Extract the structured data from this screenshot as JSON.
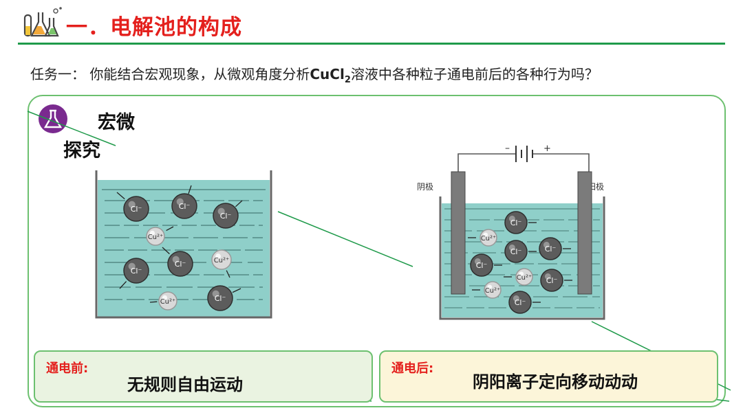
{
  "header": {
    "title": "一．电解池的构成",
    "icon": "chemistry-flask-icon"
  },
  "task": {
    "prefix": "任务一：  你能结合宏观现象，从微观角度分析",
    "formula_main": "CuCl",
    "formula_sub": "2",
    "suffix": "溶液中各种粒子通电前后的各种行为吗？"
  },
  "section": {
    "icon": "explore-flask-icon",
    "label_line1": "宏微",
    "label_line2": "探究"
  },
  "left_beaker": {
    "ions": [
      "Cl⁻",
      "Cl⁻",
      "Cl⁻",
      "Cu²⁺",
      "Cl⁻",
      "Cl⁻",
      "Cu²⁺",
      "Cu²⁺",
      "Cl⁻"
    ]
  },
  "right_beaker": {
    "battery_minus": "–",
    "battery_plus": "+",
    "cathode_label": "阴极",
    "anode_label": "阳极",
    "ions": [
      "Cl⁻",
      "Cu²⁺",
      "Cl⁻",
      "Cl⁻",
      "Cl⁻",
      "Cu²⁺",
      "Cl⁻",
      "Cu²⁺",
      "Cl⁻"
    ]
  },
  "before": {
    "label": "通电前:",
    "text": "无规则自由运动"
  },
  "after": {
    "label": "通电后:",
    "text": "阴阳离子定向移动动动"
  },
  "colors": {
    "accent_red": "#e4201d",
    "green": "#1f9a4a",
    "solution": "#8fcfc9"
  }
}
